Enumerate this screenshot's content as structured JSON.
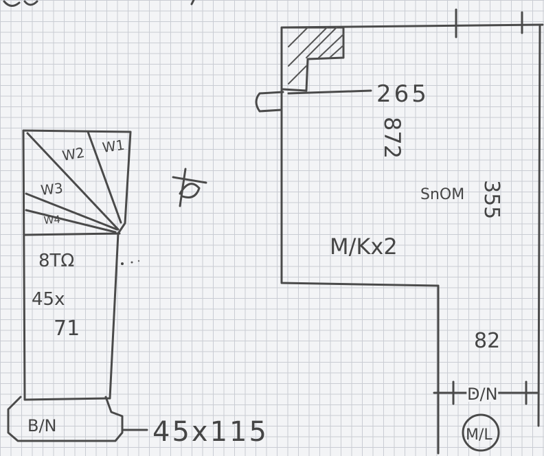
{
  "labels": {
    "stair_w1": "W1",
    "stair_w2": "W2",
    "stair_w3": "W3",
    "stair_w4": "W4",
    "stair_code": "8TΩ",
    "stair_dims_1": "45x",
    "stair_dims_2": "71",
    "landing_tag": "B/N",
    "landing_dims": "45x115",
    "dim_265": "265",
    "dim_vertical": "872",
    "room_code": "SnOM",
    "dim_right_vertical": "355",
    "room_label": "M/Kx2",
    "dim_82": "82",
    "door_tag": "D/N",
    "circle_tag": "M/L"
  }
}
